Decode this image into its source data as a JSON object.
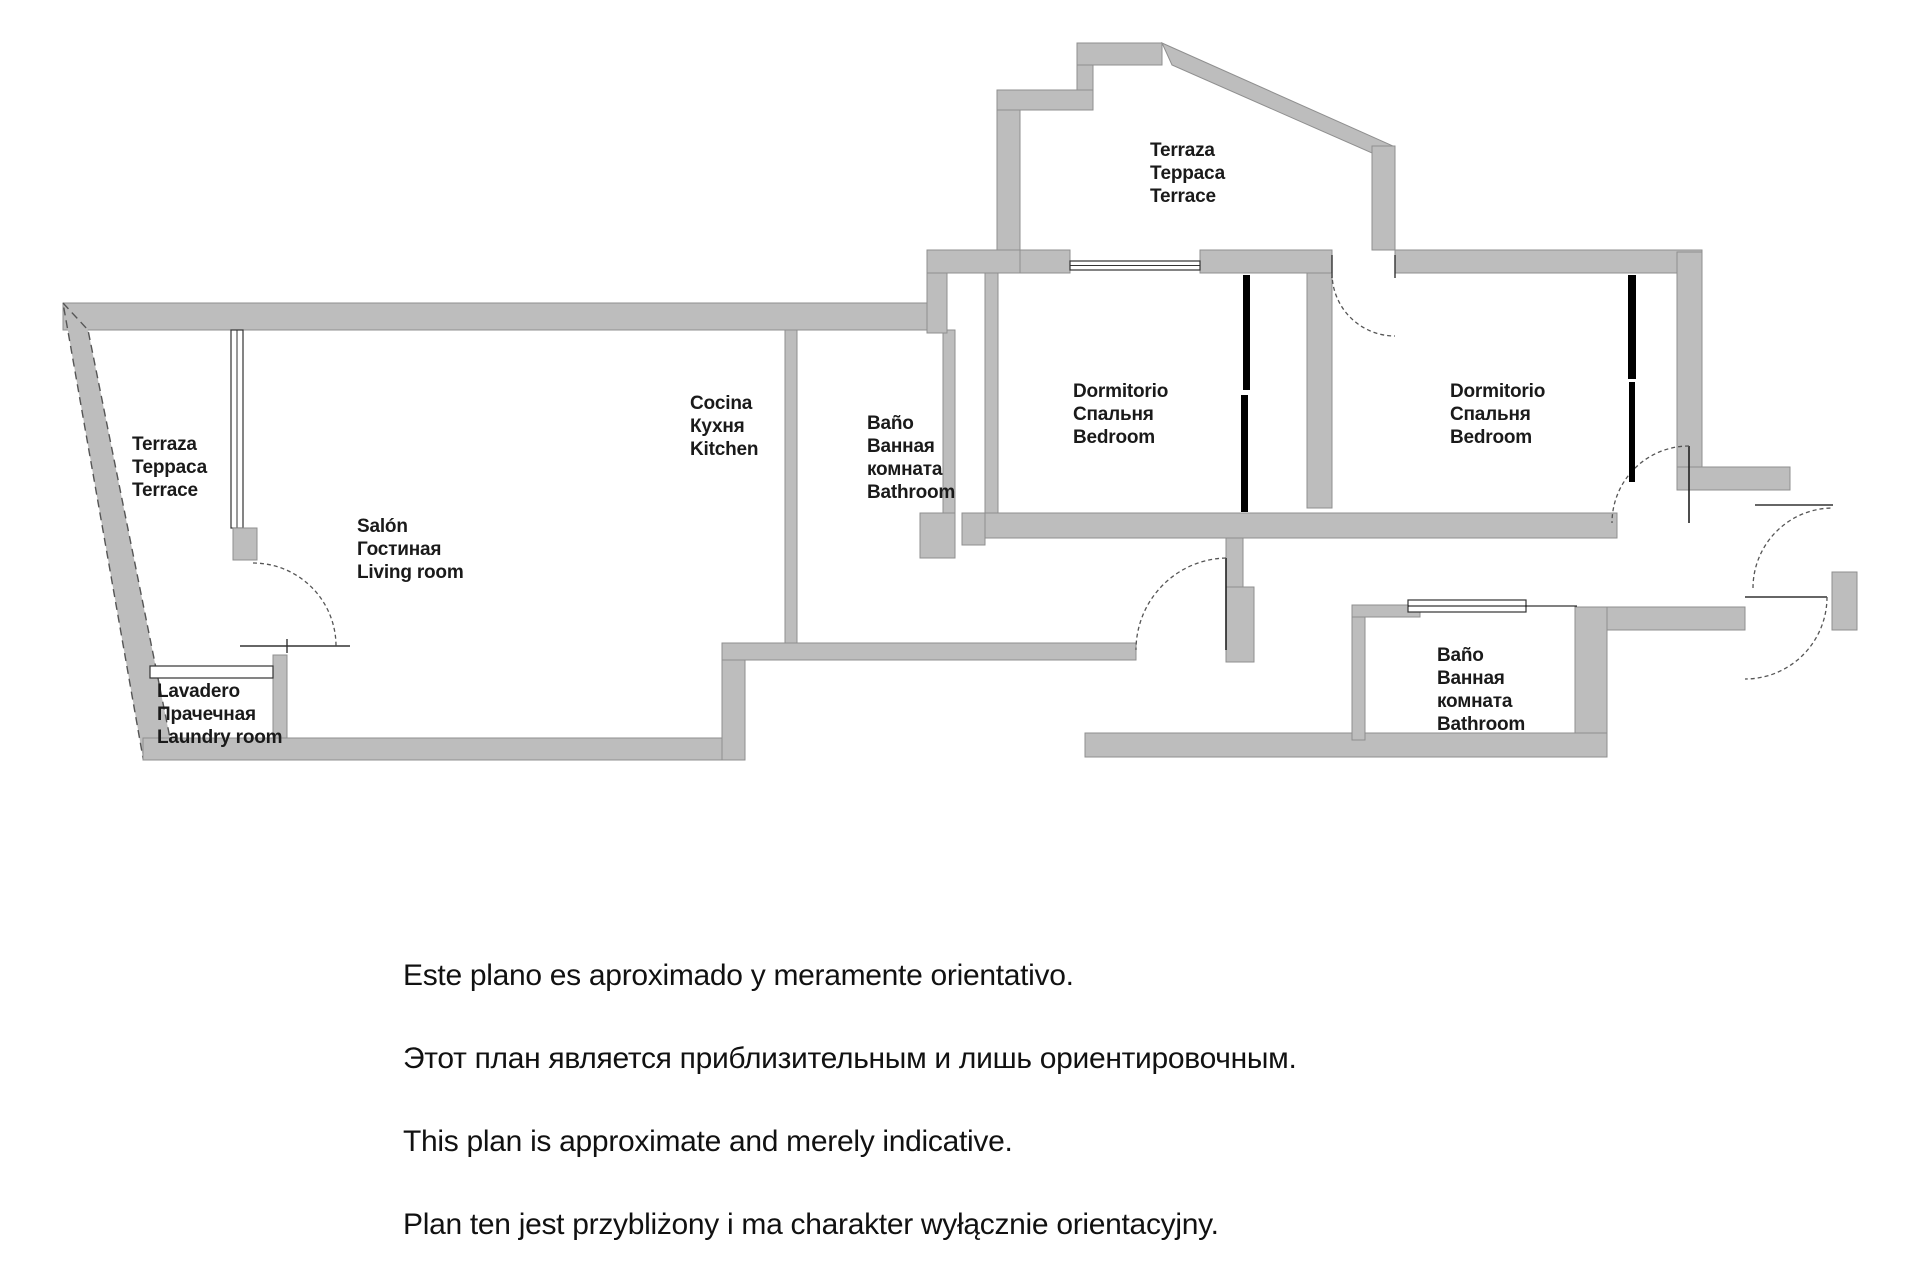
{
  "colors": {
    "background": "#ffffff",
    "wall_fill": "#bdbdbd",
    "wall_edge": "#8f8f8f",
    "line": "#333333",
    "door_arc": "#555555",
    "black_panel": "#000000",
    "label": "#1a1a1a",
    "disclaimer": "#111111"
  },
  "rooms": {
    "terrace_left": {
      "lines": [
        "Terraza",
        "Терраса",
        "Terrace"
      ]
    },
    "laundry": {
      "lines": [
        "Lavadero",
        "Прачечная",
        "Laundry room"
      ]
    },
    "living": {
      "lines": [
        "Salón",
        "Гостиная",
        "Living room"
      ]
    },
    "kitchen": {
      "lines": [
        "Cocina",
        "Кухня",
        "Kitchen"
      ]
    },
    "bathroom1": {
      "lines": [
        "Baño",
        "Ванная",
        "комната",
        "Bathroom"
      ]
    },
    "bedroom1": {
      "lines": [
        "Dormitorio",
        "Спальня",
        "Bedroom"
      ]
    },
    "terrace_top": {
      "lines": [
        "Terraza",
        "Терраса",
        "Terrace"
      ]
    },
    "bedroom2": {
      "lines": [
        "Dormitorio",
        "Спальня",
        "Bedroom"
      ]
    },
    "bathroom2": {
      "lines": [
        "Baño",
        "Ванная",
        "комната",
        "Bathroom"
      ]
    }
  },
  "disclaimer": {
    "lines": [
      "Este plano es aproximado y meramente orientativo.",
      "Этот план является приблизительным и лишь ориентировочным.",
      "This plan is approximate and merely indicative.",
      "Plan ten jest przybliżony i ma charakter wyłącznie orientacyjny."
    ]
  }
}
